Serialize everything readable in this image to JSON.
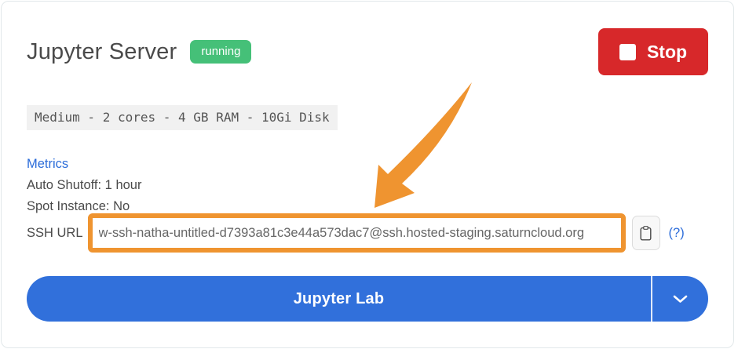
{
  "header": {
    "title": "Jupyter Server",
    "status_badge": "running",
    "stop_button": "Stop"
  },
  "instance": {
    "spec_summary": "Medium - 2 cores - 4 GB RAM - 10Gi Disk",
    "metrics_link": "Metrics",
    "auto_shutoff": "Auto Shutoff: 1 hour",
    "spot_instance": "Spot Instance: No"
  },
  "ssh": {
    "label": "SSH URL",
    "value": "w-ssh-natha-untitled-d7393a81c3e44a573dac7@ssh.hosted-staging.saturncloud.org",
    "help_link": "(?)"
  },
  "launch": {
    "primary_label": "Jupyter Lab"
  },
  "icons": {
    "stop": "stop-square-icon",
    "copy": "clipboard-icon",
    "dropdown": "chevron-down-icon",
    "annotation": "arrow-annotation"
  },
  "colors": {
    "badge_green": "#45c078",
    "stop_red": "#d7282a",
    "primary_blue": "#3170db",
    "link_blue": "#2b6cd9",
    "annotation_orange": "#ef9430",
    "chip_bg": "#f1f1f1",
    "text_dark": "#4a4a4a"
  }
}
